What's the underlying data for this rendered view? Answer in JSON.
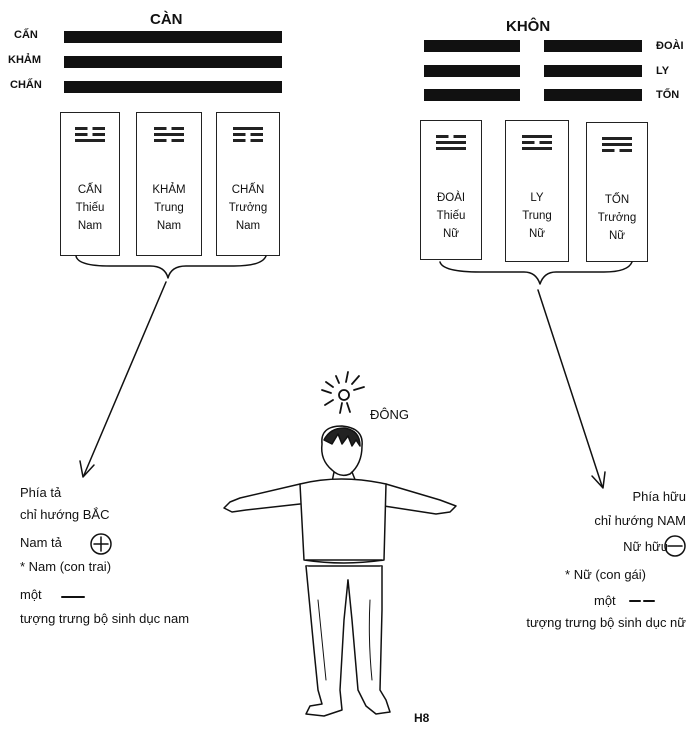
{
  "left_group": {
    "title": "CÀN",
    "row_labels": [
      "CẤN",
      "KHẢM",
      "CHẤN"
    ],
    "cards": [
      {
        "line1": "CẤN",
        "line2": "Thiếu",
        "line3": "Nam"
      },
      {
        "line1": "KHẢM",
        "line2": "Trung",
        "line3": "Nam"
      },
      {
        "line1": "CHẤN",
        "line2": "Trưởng",
        "line3": "Nam"
      }
    ]
  },
  "right_group": {
    "title": "KHÔN",
    "row_labels": [
      "ĐOÀI",
      "LY",
      "TỐN"
    ],
    "cards": [
      {
        "line1": "ĐOÀI",
        "line2": "Thiếu",
        "line3": "Nữ"
      },
      {
        "line1": "LY",
        "line2": "Trung",
        "line3": "Nữ"
      },
      {
        "line1": "TỐN",
        "line2": "Trưởng",
        "line3": "Nữ"
      }
    ]
  },
  "sun_label": "ĐÔNG",
  "left_caption": {
    "line1": "Phía tả",
    "line2": "chỉ hướng BẮC",
    "line3": "Nam tả",
    "line4": "* Nam (con trai)",
    "line5": "một",
    "line6": "tượng trưng bộ sinh dục nam"
  },
  "right_caption": {
    "line1": "Phía hữu",
    "line2": "chỉ hướng NAM",
    "line3": "Nữ hữu",
    "line4": "* Nữ (con gái)",
    "line5": "một",
    "line6": "tượng trưng bộ sinh dục nữ"
  },
  "figure_label": "H8"
}
